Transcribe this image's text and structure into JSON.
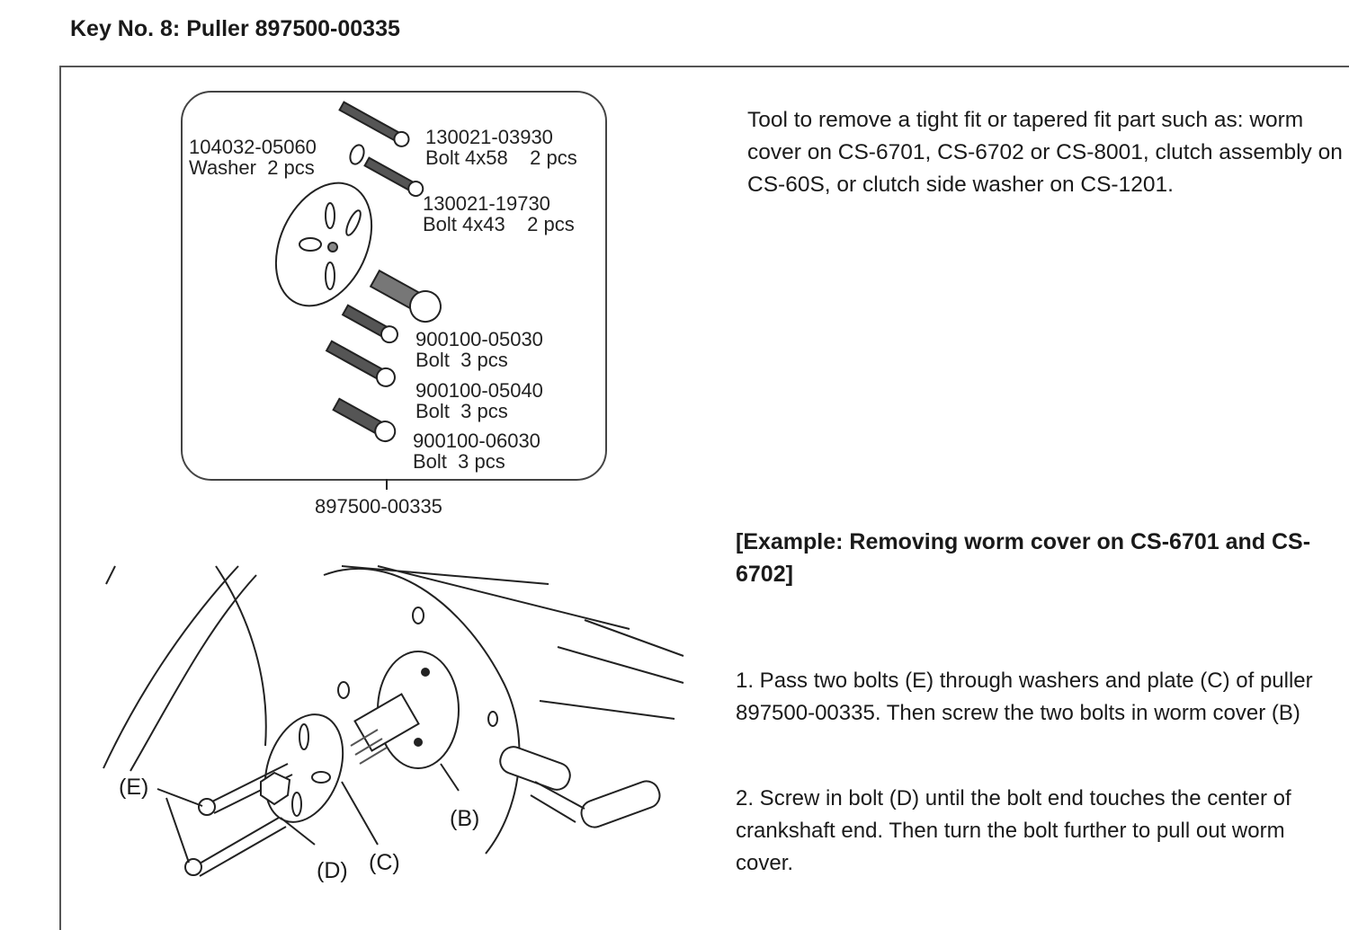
{
  "title": "Key No. 8:  Puller 897500-00335",
  "parts": [
    {
      "number": "130021-03930",
      "desc": "Bolt 4x58    2 pcs"
    },
    {
      "number": "104032-05060",
      "desc": "Washer  2 pcs"
    },
    {
      "number": "130021-19730",
      "desc": "Bolt 4x43    2 pcs"
    },
    {
      "number": "900100-05030",
      "desc": "Bolt  3 pcs"
    },
    {
      "number": "900100-05040",
      "desc": "Bolt  3 pcs"
    },
    {
      "number": "900100-06030",
      "desc": "Bolt  3 pcs"
    }
  ],
  "assembly_number": "897500-00335",
  "description": "Tool to remove a tight fit or tapered fit part such as:  worm cover on CS-6701, CS-6702 or CS-8001, clutch assembly on CS-60S, or clutch side washer on  CS-1201.",
  "example_heading": "[Example: Removing worm cover on CS-6701 and CS-6702]",
  "steps": [
    "1. Pass two bolts (E) through washers and plate (C) of puller 897500-00335. Then screw the two bolts in worm cover (B)",
    "2. Screw in bolt (D) until the bolt end touches the center of crankshaft end. Then turn the bolt further to pull out worm cover."
  ],
  "callouts": {
    "e": "(E)",
    "d": "(D)",
    "c": "(C)",
    "b": "(B)"
  }
}
